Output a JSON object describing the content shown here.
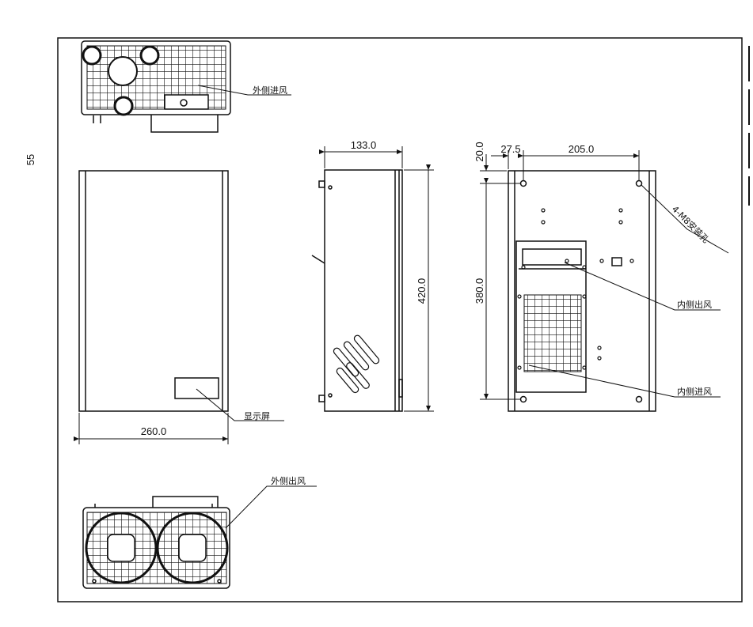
{
  "page_number": "55",
  "labels": {
    "outer_inlet": "外侧进风",
    "outer_outlet": "外侧出风",
    "display": "显示屏",
    "inner_outlet": "内侧出风",
    "inner_inlet": "内侧进风",
    "mount_holes": "4-M8安装孔"
  },
  "dimensions": {
    "width": "260.0",
    "depth": "133.0",
    "height": "420.0",
    "hole_pitch_v": "380.0",
    "hole_pitch_h": "205.0",
    "hole_offset_x": "27.5",
    "hole_offset_y": "20.0"
  },
  "colors": {
    "line": "#111111",
    "paper": "#ffffff"
  }
}
